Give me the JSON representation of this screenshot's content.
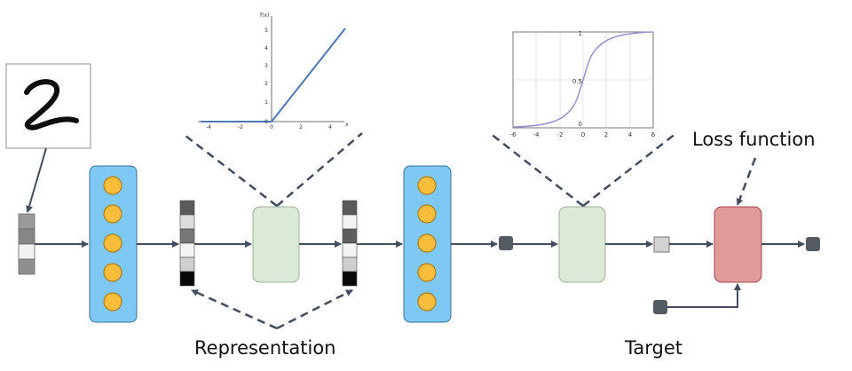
{
  "labels": {
    "representation": "Representation",
    "target": "Target",
    "loss_function": "Loss function"
  },
  "input_image": {
    "digit": "2"
  },
  "relu_plot": {
    "y_axis_label": "f(x)",
    "x_axis_label": "x",
    "x_ticks": [
      "-4",
      "-2",
      "0",
      "2",
      "4"
    ],
    "y_ticks": [
      "0",
      "1",
      "2",
      "3",
      "4",
      "5"
    ]
  },
  "sigmoid_plot": {
    "x_ticks": [
      "-6",
      "-4",
      "-2",
      "0",
      "2",
      "4",
      "6"
    ],
    "y_ticks": [
      "0",
      "0.5",
      "1"
    ]
  },
  "colors": {
    "arrow": "#3f4d5e",
    "neuron_layer": "#7ec8f5",
    "neuron": "#f8bd3a",
    "activation_box": "#dbead6",
    "loss_box": "#e09a99",
    "relu_line": "#4a79b5",
    "sigmoid_line": "#9d8fd0"
  }
}
